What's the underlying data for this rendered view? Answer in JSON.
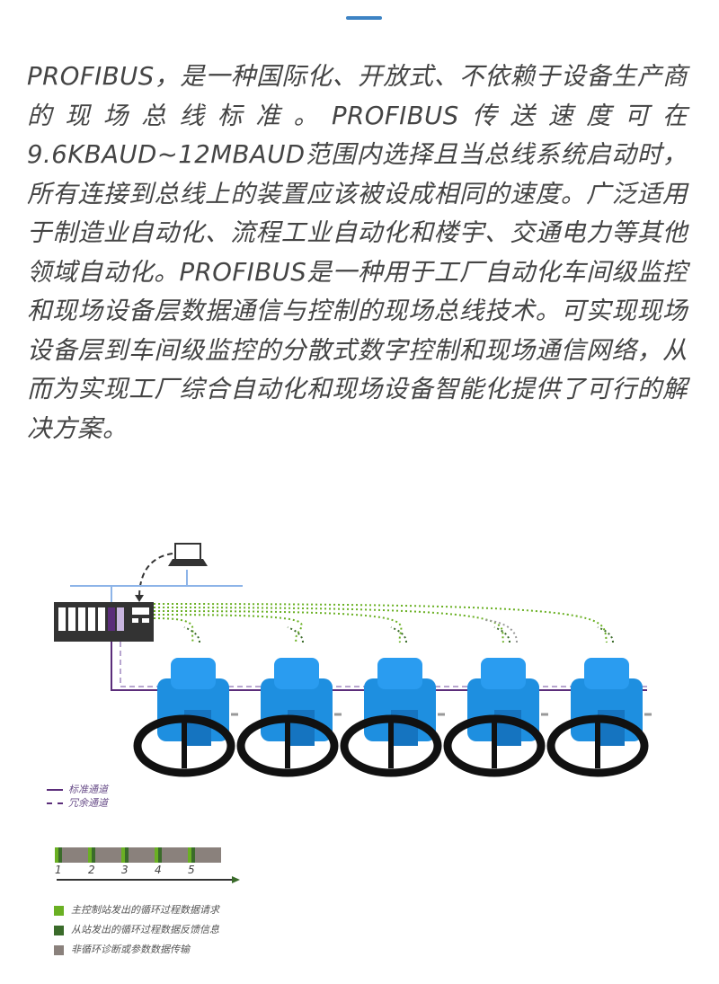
{
  "paragraph": "PROFIBUS，是一种国际化、开放式、不依赖于设备生产商的现场总线标准。PROFIBUS传送速度可在9.6KBAUD~12MBAUD范围内选择且当总线系统启动时，所有连接到总线上的装置应该被设成相同的速度。广泛适用于制造业自动化、流程工业自动化和楼宇、交通电力等其他领域自动化。PROFIBUS是一种用于工厂自动化车间级监控和现场设备层数据通信与控制的现场总线技术。可实现现场设备层到车间级监控的分散式数字控制和现场通信网络，从而为实现工厂综合自动化和现场设备智能化提供了可行的解决方案。",
  "legend_lines": {
    "standard": "标准通道",
    "redundant": "冗余通道"
  },
  "timeline": {
    "labels": [
      "1",
      "2",
      "3",
      "4",
      "5"
    ]
  },
  "legend_blocks": [
    {
      "label": "主控制站发出的循环过程数据请求",
      "color": "#6ab023"
    },
    {
      "label": "从站发出的循环过程数据反馈信息",
      "color": "#3a6b2a"
    },
    {
      "label": "非循环诊断或参数数据传输",
      "color": "#8a817c"
    }
  ],
  "colors": {
    "accent": "#3d83c4",
    "purple": "#5b2d7a",
    "actuator": "#1e8fe0"
  }
}
